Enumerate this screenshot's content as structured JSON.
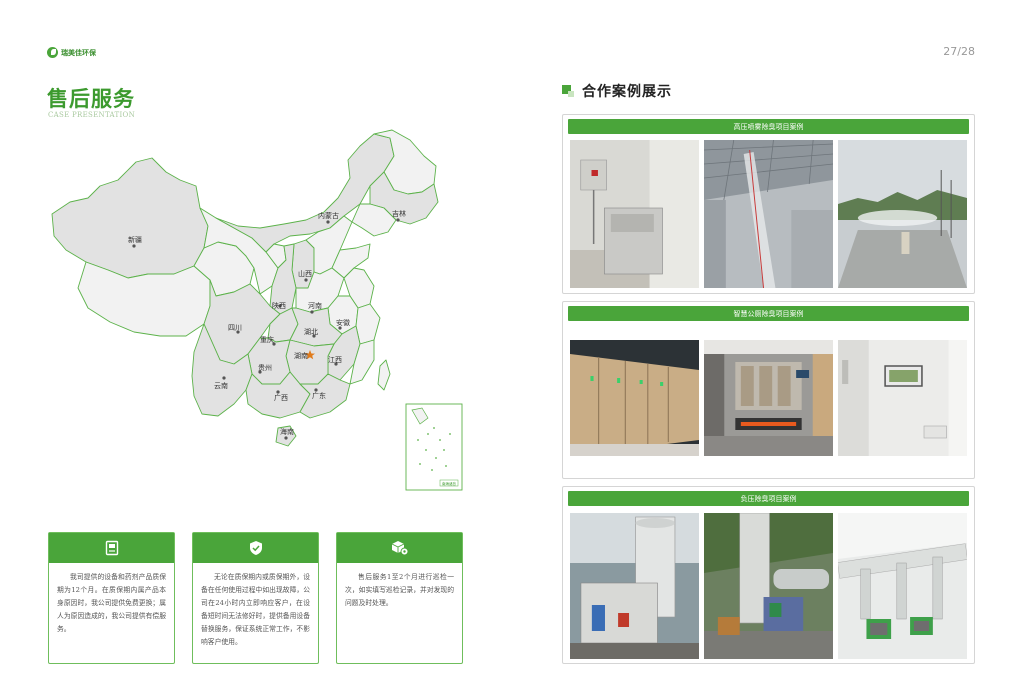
{
  "header": {
    "logo_text": "瑞美佳环保",
    "page_number": "27/28"
  },
  "left": {
    "title": "售后服务",
    "subtitle": "CASE PRESENTATION",
    "map_labels": {
      "xinjiang": "新疆",
      "neimenggu": "内蒙古",
      "jilin": "吉林",
      "shanxi": "山西",
      "shaanxi": "陕西",
      "henan": "河南",
      "sichuan": "四川",
      "hubei": "湖北",
      "anhui": "安徽",
      "chongqing": "重庆",
      "hunan": "湖南",
      "jiangxi": "江西",
      "guizhou": "贵州",
      "yunnan": "云南",
      "guangxi": "广西",
      "guangdong": "广东",
      "hainan": "海南",
      "inset": "南海诸岛"
    },
    "cards": [
      {
        "icon": "book-icon",
        "text": "我司提供的设备和药剂产品质保期为12个月。在质保期内属产品本身原因时，我公司提供免费更换；属人为原因造成的，我公司提供有偿服务。"
      },
      {
        "icon": "shield-check-icon",
        "text": "无论在质保期内或质保期外，设备在任何使用过程中如出现故障，公司在24小时内立即响应客户，在设备短时间无法修好时，提供备用设备替换服务，保证系统正常工作，不影响客户使用。"
      },
      {
        "icon": "box-gear-icon",
        "text": "售后服务1至2个月进行巡检一次，如实填写巡检记录，并对发现的问题及时处理。"
      }
    ]
  },
  "right": {
    "section_title": "合作案例展示",
    "cases": [
      {
        "title": "高压喷雾除臭项目案例"
      },
      {
        "title": "智慧公厕除臭项目案例"
      },
      {
        "title": "负压除臭项目案例"
      }
    ]
  },
  "colors": {
    "brand_green": "#4aa53a",
    "title_green": "#3c9a2e",
    "province_gray": "#e2e2e2",
    "province_light": "#f2f2f2",
    "highlight_star": "#e07b1c"
  }
}
